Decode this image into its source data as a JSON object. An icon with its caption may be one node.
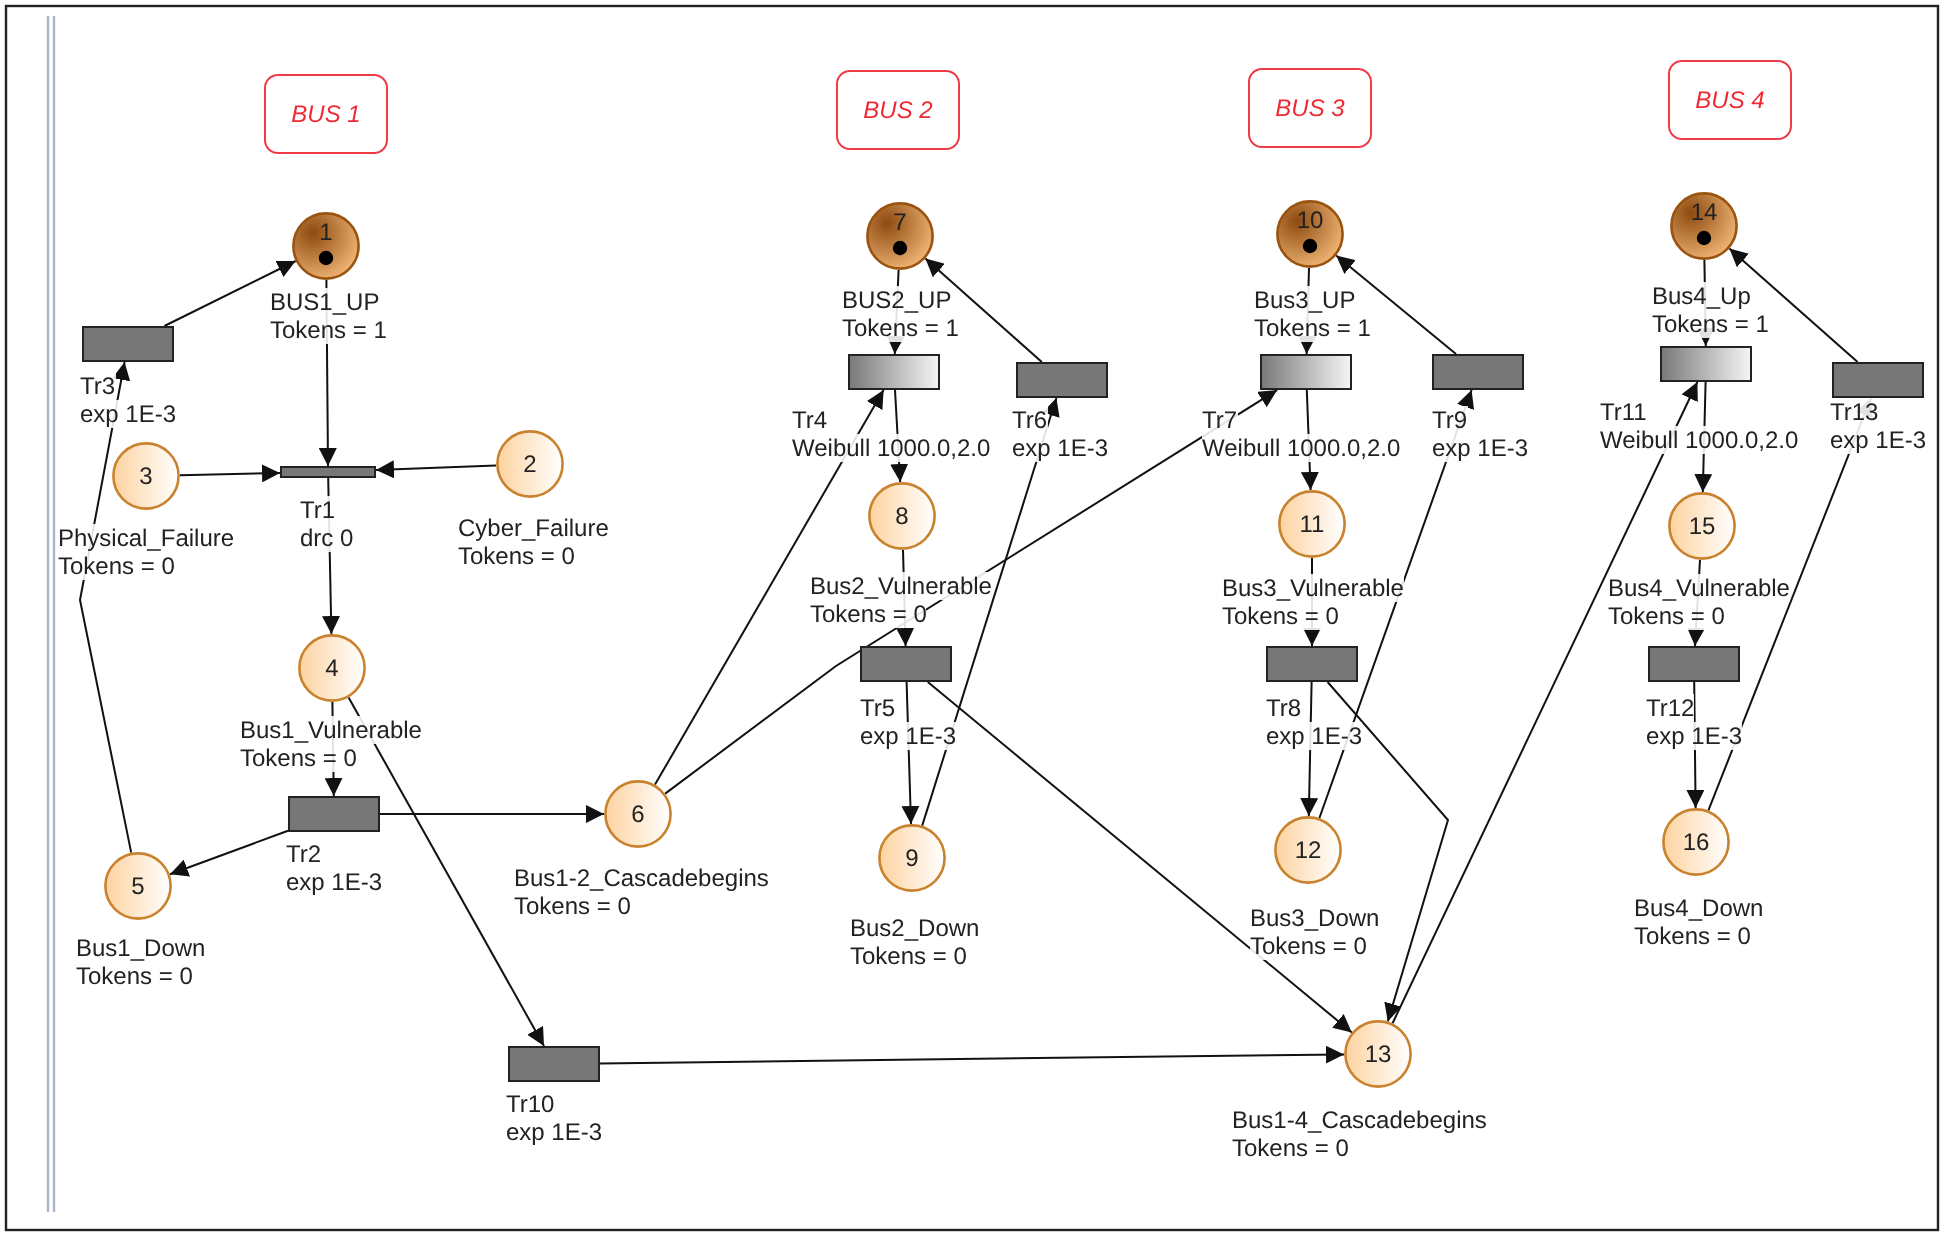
{
  "diagram": {
    "nodes": [
      {
        "text": [
          "BUS 1"
        ]
      },
      {
        "text": [
          "BUS 2"
        ]
      },
      {
        "text": [
          "BUS 3"
        ]
      },
      {
        "text": [
          "BUS 4"
        ]
      },
      {
        "text": [
          "1"
        ],
        "beside": [
          "BUS1_UP",
          "Tokens = 1"
        ]
      },
      {
        "text": [
          "2"
        ],
        "beside": [
          "Cyber_Failure",
          "Tokens = 0"
        ]
      },
      {
        "text": [
          "3"
        ],
        "beside": [
          "Physical_Failure",
          "Tokens = 0"
        ]
      },
      {
        "text": [
          "4"
        ],
        "beside": [
          "Bus1_Vulnerable",
          "Tokens = 0"
        ]
      },
      {
        "text": [
          "5"
        ],
        "beside": [
          "Bus1_Down",
          "Tokens = 0"
        ]
      },
      {
        "text": [
          "6"
        ],
        "beside": [
          "Bus1-2_Cascadebegins",
          "Tokens = 0"
        ]
      },
      {
        "text": [
          "7"
        ],
        "beside": [
          "BUS2_UP",
          "Tokens = 1"
        ]
      },
      {
        "text": [
          "8"
        ],
        "beside": [
          "Bus2_Vulnerable",
          "Tokens = 0"
        ]
      },
      {
        "text": [
          "9"
        ],
        "beside": [
          "Bus2_Down",
          "Tokens = 0"
        ]
      },
      {
        "text": [
          "10"
        ],
        "beside": [
          "Bus3_UP",
          "Tokens = 1"
        ]
      },
      {
        "text": [
          "11"
        ],
        "beside": [
          "Bus3_Vulnerable",
          "Tokens = 0"
        ]
      },
      {
        "text": [
          "12"
        ],
        "beside": [
          "Bus3_Down",
          "Tokens = 0"
        ]
      },
      {
        "text": [
          "13"
        ],
        "beside": [
          "Bus1-4_Cascadebegins",
          "Tokens = 0"
        ]
      },
      {
        "text": [
          "14"
        ],
        "beside": [
          "Bus4_Up",
          "Tokens = 1"
        ]
      },
      {
        "text": [
          "15"
        ],
        "beside": [
          "Bus4_Vulnerable",
          "Tokens = 0"
        ]
      },
      {
        "text": [
          "16"
        ],
        "beside": [
          "Bus4_Down",
          "Tokens = 0"
        ]
      },
      {
        "text": [],
        "shape": "bar",
        "beside": [
          "Tr1",
          "drc 0"
        ]
      },
      {
        "text": [],
        "shape": "box",
        "beside": [
          "Tr2",
          "exp 1E-3"
        ]
      },
      {
        "text": [],
        "shape": "box",
        "beside": [
          "Tr3",
          "exp 1E-3"
        ]
      },
      {
        "text": [],
        "shape": "box",
        "beside": [
          "Tr4",
          "Weibull 1000.0,2.0"
        ]
      },
      {
        "text": [],
        "shape": "box",
        "beside": [
          "Tr5",
          "exp 1E-3"
        ]
      },
      {
        "text": [],
        "shape": "box",
        "beside": [
          "Tr6",
          "exp 1E-3"
        ]
      },
      {
        "text": [],
        "shape": "box",
        "beside": [
          "Tr7",
          "Weibull 1000.0,2.0"
        ]
      },
      {
        "text": [],
        "shape": "box",
        "beside": [
          "Tr8",
          "exp 1E-3"
        ]
      },
      {
        "text": [],
        "shape": "box",
        "beside": [
          "Tr9",
          "exp 1E-3"
        ]
      },
      {
        "text": [],
        "shape": "box",
        "beside": [
          "Tr10",
          "exp 1E-3"
        ]
      },
      {
        "text": [],
        "shape": "box",
        "beside": [
          "Tr11",
          "Weibull 1000.0,2.0"
        ]
      },
      {
        "text": [],
        "shape": "box",
        "beside": [
          "Tr12",
          "exp 1E-3"
        ]
      },
      {
        "text": [],
        "shape": "box",
        "beside": [
          "Tr13",
          "exp 1E-3"
        ]
      }
    ],
    "edges": [
      {
        "from": 22,
        "to": 4,
        "arrow": "to"
      },
      {
        "from": 4,
        "to": 20,
        "arrow": "to"
      },
      {
        "from": 6,
        "to": 20,
        "arrow": "to"
      },
      {
        "from": 5,
        "to": 20,
        "arrow": "to"
      },
      {
        "from": 20,
        "to": 7,
        "arrow": "to"
      },
      {
        "from": 7,
        "to": 21,
        "arrow": "to"
      },
      {
        "from": 21,
        "to": 8,
        "arrow": "to"
      },
      {
        "from": 21,
        "to": 9,
        "arrow": "to"
      },
      {
        "from": 8,
        "to": 22,
        "arrow": "to"
      },
      {
        "from": 7,
        "to": 29,
        "arrow": "to"
      },
      {
        "from": 29,
        "to": 16,
        "arrow": "to"
      },
      {
        "from": 9,
        "to": 23,
        "arrow": "to"
      },
      {
        "from": 9,
        "to": 26,
        "arrow": "to"
      },
      {
        "from": 10,
        "to": 23,
        "arrow": "to"
      },
      {
        "from": 23,
        "to": 11,
        "arrow": "to"
      },
      {
        "from": 11,
        "to": 24,
        "arrow": "to"
      },
      {
        "from": 24,
        "to": 12,
        "arrow": "to"
      },
      {
        "from": 24,
        "to": 16,
        "arrow": "to"
      },
      {
        "from": 12,
        "to": 25,
        "arrow": "to"
      },
      {
        "from": 25,
        "to": 10,
        "arrow": "to"
      },
      {
        "from": 13,
        "to": 26,
        "arrow": "to"
      },
      {
        "from": 26,
        "to": 14,
        "arrow": "to"
      },
      {
        "from": 14,
        "to": 27,
        "arrow": "to"
      },
      {
        "from": 27,
        "to": 15,
        "arrow": "to"
      },
      {
        "from": 27,
        "to": 16,
        "arrow": "to"
      },
      {
        "from": 15,
        "to": 28,
        "arrow": "to"
      },
      {
        "from": 28,
        "to": 13,
        "arrow": "to"
      },
      {
        "from": 16,
        "to": 30,
        "arrow": "to"
      },
      {
        "from": 17,
        "to": 30,
        "arrow": "to"
      },
      {
        "from": 30,
        "to": 18,
        "arrow": "to"
      },
      {
        "from": 18,
        "to": 31,
        "arrow": "to"
      },
      {
        "from": 31,
        "to": 19,
        "arrow": "to"
      },
      {
        "from": 19,
        "to": 32,
        "arrow": "to"
      },
      {
        "from": 32,
        "to": 17,
        "arrow": "to"
      }
    ]
  }
}
